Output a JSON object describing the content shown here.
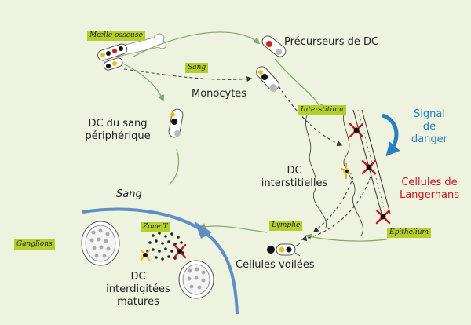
{
  "tags": {
    "moelle": "Mœlle osseuse",
    "sang": "Sang",
    "interstitium": "Interstitium",
    "lymphe": "Lymphe",
    "epithelium": "Épithélium",
    "ganglions": "Ganglions",
    "zone_t": "Zone T"
  },
  "labels": {
    "precurseurs": "Précurseurs de DC",
    "monocytes": "Monocytes",
    "dc_sang_1": "DC du sang",
    "dc_sang_2": "périphérique",
    "sang": "Sang",
    "dc_int_1": "DC",
    "dc_int_2": "interstitielles",
    "signal_1": "Signal",
    "signal_2": "de",
    "signal_3": "danger",
    "langerhans_1": "Cellules de",
    "langerhans_2": "Langerhans",
    "voilees": "Cellules voilées",
    "interdig_1": "DC",
    "interdig_2": "interdigitées",
    "interdig_3": "matures"
  },
  "colors": {
    "background": "#eef3df",
    "tag_green": "#b5cf2a",
    "signal_blue": "#2b7fc0",
    "langerhans_red": "#c8181e",
    "vessel_blue": "#5e8fc4",
    "arrow_green": "#7fa86a"
  }
}
